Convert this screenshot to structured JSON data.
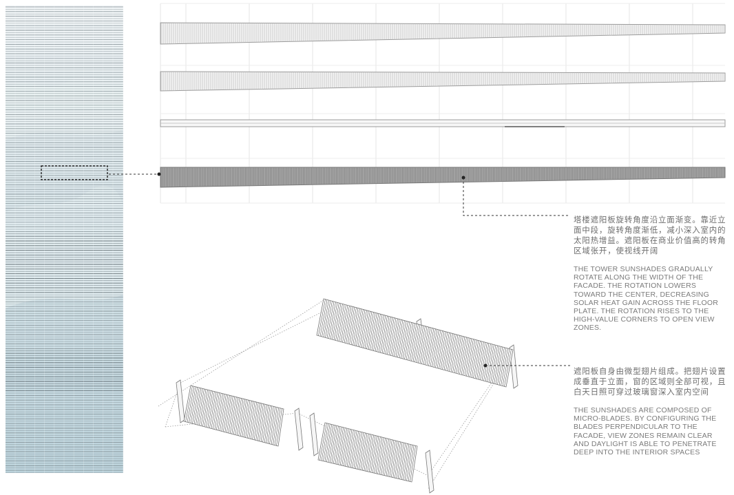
{
  "annotation_rotation": {
    "zh": "塔楼遮阳板旋转角度沿立面渐变。靠近立面中段，旋转角度渐低，减小深入室内的太阳热增益。遮阳板在商业价值高的转角区域张开，使视线开阔",
    "en": "THE TOWER SUNSHADES GRADUALLY ROTATE ALONG THE WIDTH OF THE FACADE.  THE ROTATION LOWERS TOWARD THE CENTER, DECREASING SOLAR HEAT GAIN ACROSS THE FLOOR PLATE. THE ROTATION RISES TO THE HIGH-VALUE CORNERS TO  OPEN VIEW ZONES."
  },
  "annotation_blades": {
    "zh": "遮阳板自身由微型翅片组成。把翅片设置成垂直于立面，窗的区域则全部可视，且白天日照可穿过玻璃窗深入室内空间",
    "en": "THE SUNSHADES ARE COMPOSED OF MICRO-BLADES.  BY CONFIGURING THE BLADES PERPENDICULAR TO THE FACADE, VIEW ZONES REMAIN CLEAR AND DAYLIGHT IS ABLE TO PENETRATE DEEP INTO THE INTERIOR SPACES"
  },
  "colors": {
    "tower_sky": "#c9dbe2",
    "tower_lines": "#6d7a80",
    "line_gray": "#9a9a9a",
    "shade_dark": "#8c8c8c",
    "leader": "#333333",
    "text": "#7a7a7a"
  }
}
